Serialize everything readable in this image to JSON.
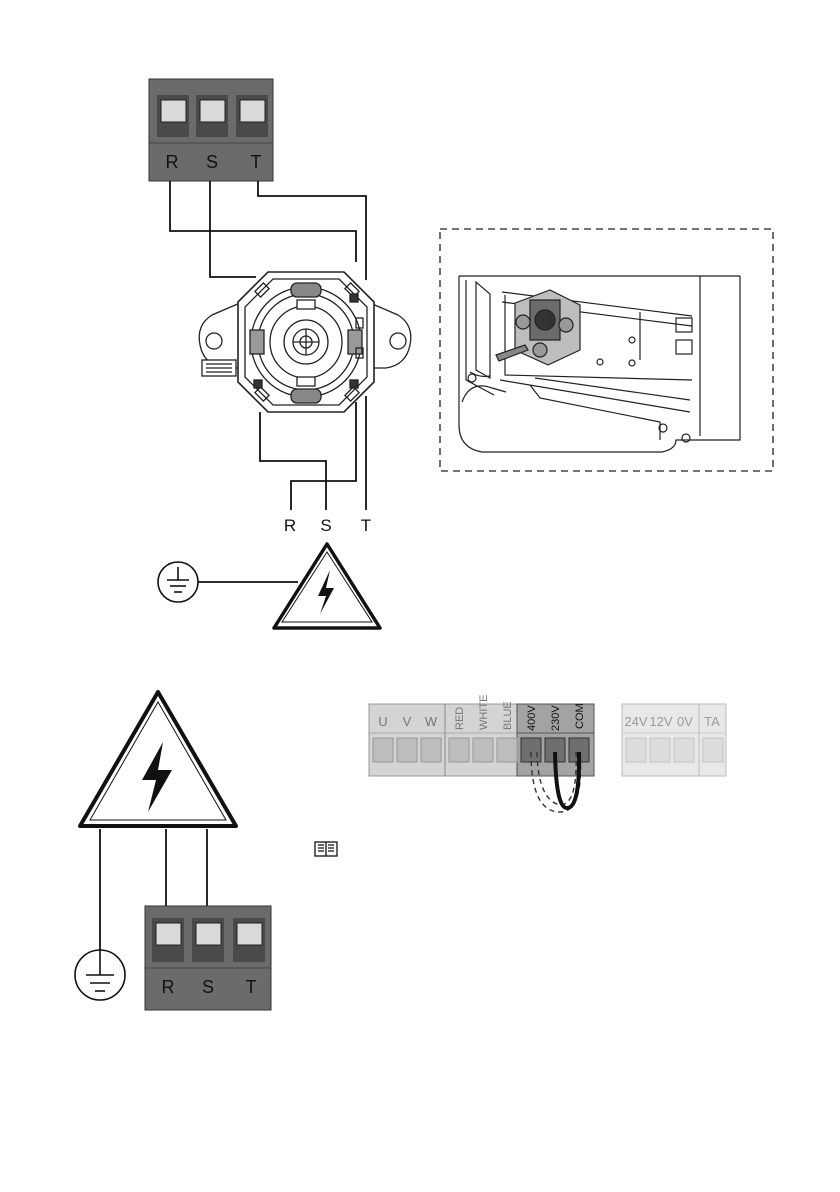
{
  "top_terminal": {
    "labels": [
      "R",
      "S",
      "T"
    ]
  },
  "motor_phase_labels": [
    "R",
    "S",
    "T"
  ],
  "bottom_terminal": {
    "labels": [
      "R",
      "S",
      "T"
    ]
  },
  "control_board": {
    "group1": [
      "U",
      "V",
      "W"
    ],
    "group2": [
      "RED",
      "WHITE",
      "BLUE"
    ],
    "group3": [
      "400V",
      "230V",
      "COM"
    ],
    "group4": [
      "24V",
      "12V",
      "0V",
      "TA"
    ]
  },
  "icons": {
    "ground": "ground-icon",
    "warning": "high-voltage-warning-icon",
    "manual": "manual-book-icon"
  },
  "colors": {
    "terminal_dark": "#6b6b6b",
    "terminal_slot": "#d9d9d9",
    "board_gray": "#cfcfcf",
    "board_light": "#e6e6e6",
    "board_highlight": "#9e9e9e",
    "wire": "#111111"
  }
}
